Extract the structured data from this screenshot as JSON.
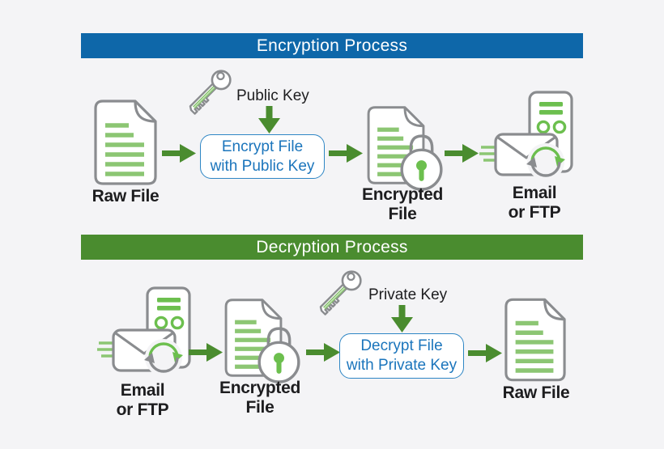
{
  "colors": {
    "background": "#f4f4f6",
    "banner_blue": "#0e67a9",
    "banner_green": "#4a8c2f",
    "arrow_green": "#4a8c2f",
    "doc_line_green": "#8cc673",
    "accent_green": "#6cbf4e",
    "outline_gray": "#8a8c8f",
    "box_border_blue": "#2e86c5",
    "box_text_blue": "#1b75bc",
    "label_black": "#1d1d1f"
  },
  "icons": {
    "document": "document-icon",
    "key": "key-icon",
    "padlock": "padlock-icon",
    "transfer": "email-sync-icon",
    "flow_arrow": "arrow-right-icon",
    "inject_arrow": "arrow-down-icon"
  },
  "encryption_section": {
    "banner_label": "Encryption Process",
    "steps": {
      "raw_file": "Raw File",
      "key_label": "Public Key",
      "action_line1": "Encrypt File",
      "action_line2": "with Public Key",
      "encrypted_file_line1": "Encrypted",
      "encrypted_file_line2": "File",
      "transfer_line1": "Email",
      "transfer_line2": "or FTP"
    }
  },
  "decryption_section": {
    "banner_label": "Decryption Process",
    "steps": {
      "transfer_line1": "Email",
      "transfer_line2": "or FTP",
      "encrypted_file_line1": "Encrypted",
      "encrypted_file_line2": "File",
      "key_label": "Private Key",
      "action_line1": "Decrypt File",
      "action_line2": "with Private Key",
      "raw_file": "Raw File"
    }
  }
}
